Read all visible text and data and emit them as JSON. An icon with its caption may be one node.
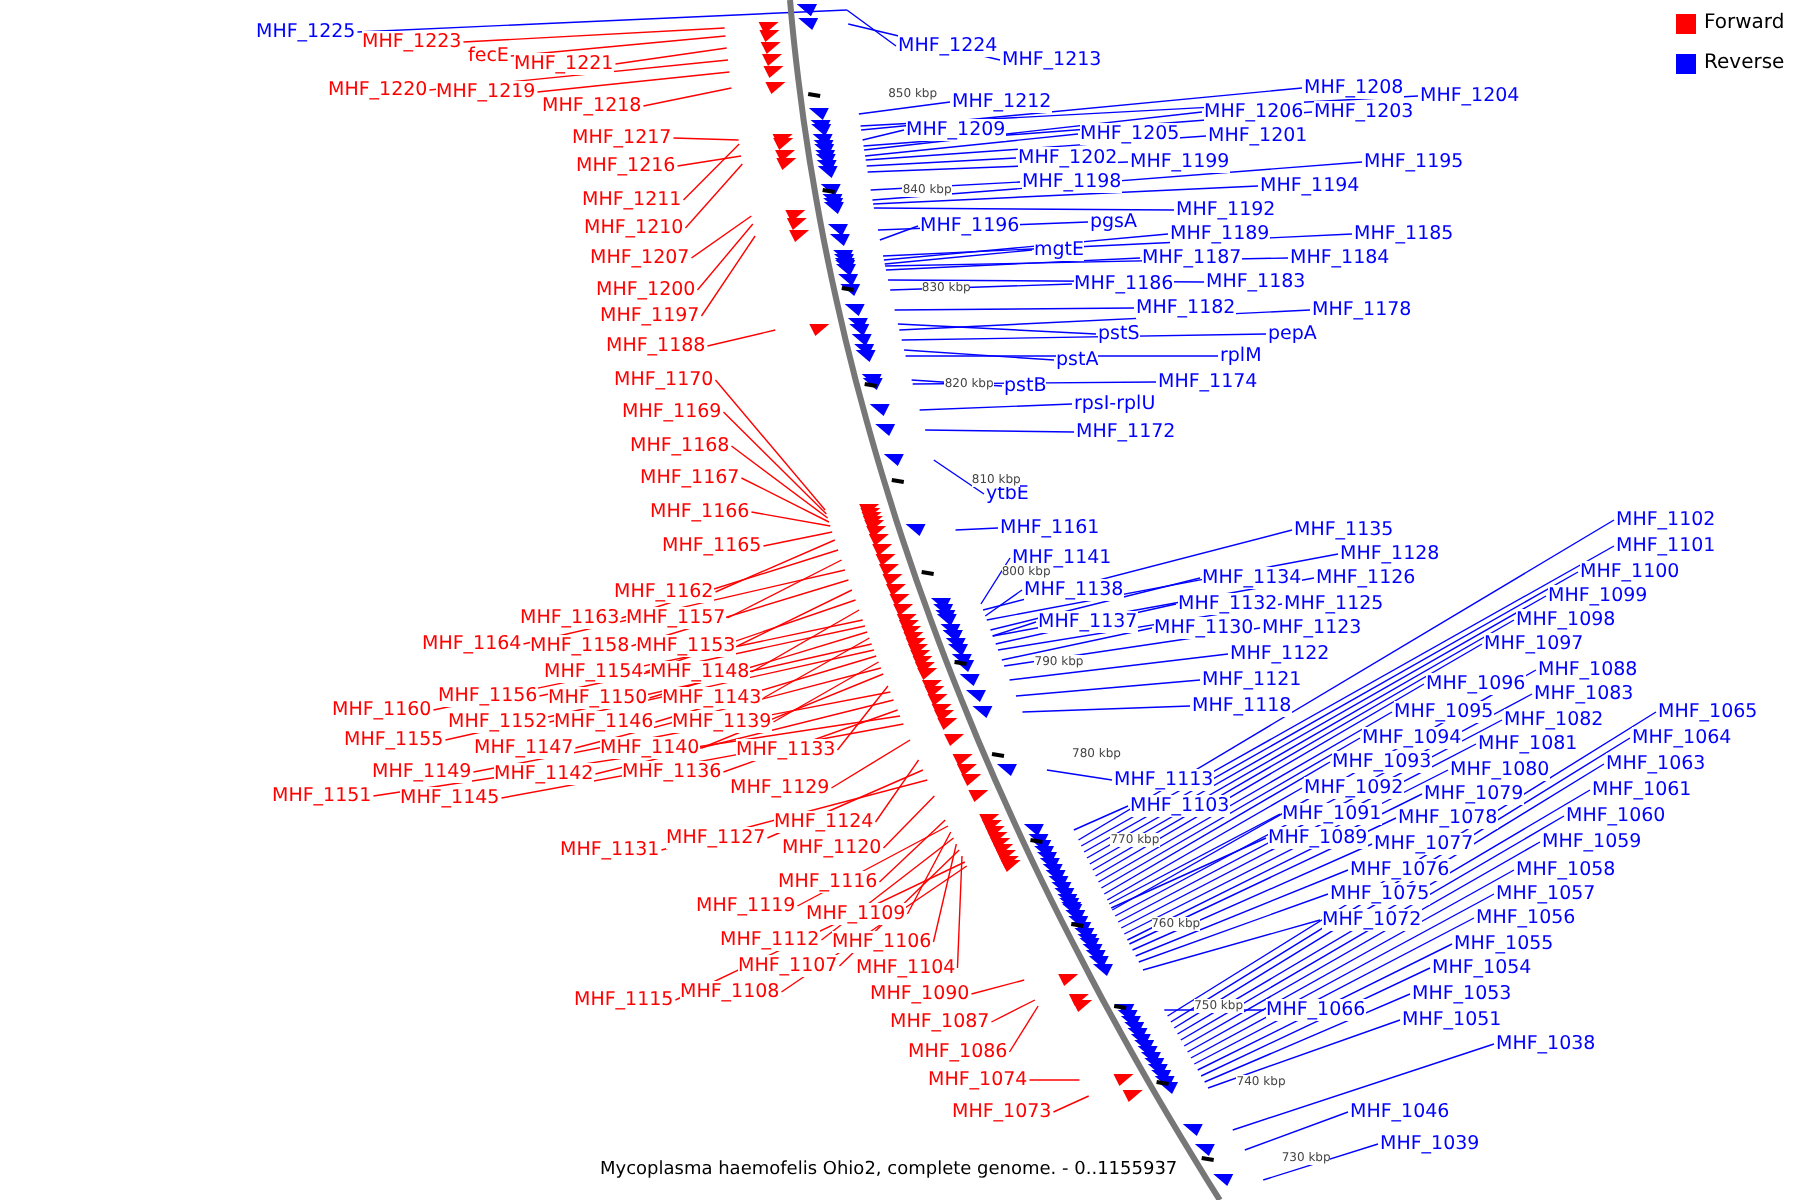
{
  "diagram": {
    "caption": "Mycoplasma haemofelis Ohio2, complete genome. - 0..1155937",
    "nodes": [
      {
        "text": [
          "MHF_1225"
        ]
      },
      {
        "text": [
          "MHF_1223"
        ]
      },
      {
        "text": [
          "fecE"
        ]
      },
      {
        "text": [
          "MHF_1221"
        ]
      },
      {
        "text": [
          "MHF_1220"
        ]
      },
      {
        "text": [
          "MHF_1219"
        ]
      },
      {
        "text": [
          "MHF_1218"
        ]
      },
      {
        "text": [
          "MHF_1217"
        ]
      },
      {
        "text": [
          "MHF_1216"
        ]
      },
      {
        "text": [
          "MHF_1211"
        ]
      },
      {
        "text": [
          "MHF_1210"
        ]
      },
      {
        "text": [
          "MHF_1207"
        ]
      },
      {
        "text": [
          "MHF_1200"
        ]
      },
      {
        "text": [
          "MHF_1197"
        ]
      },
      {
        "text": [
          "MHF_1188"
        ]
      },
      {
        "text": [
          "MHF_1170"
        ]
      },
      {
        "text": [
          "MHF_1169"
        ]
      },
      {
        "text": [
          "MHF_1168"
        ]
      },
      {
        "text": [
          "MHF_1167"
        ]
      },
      {
        "text": [
          "MHF_1166"
        ]
      },
      {
        "text": [
          "MHF_1165"
        ]
      },
      {
        "text": [
          "MHF_1162"
        ]
      },
      {
        "text": [
          "MHF_1163"
        ]
      },
      {
        "text": [
          "MHF_1157"
        ]
      },
      {
        "text": [
          "MHF_1164"
        ]
      },
      {
        "text": [
          "MHF_1158"
        ]
      },
      {
        "text": [
          "MHF_1153"
        ]
      },
      {
        "text": [
          "MHF_1154"
        ]
      },
      {
        "text": [
          "MHF_1148"
        ]
      },
      {
        "text": [
          "MHF_1160"
        ]
      },
      {
        "text": [
          "MHF_1156"
        ]
      },
      {
        "text": [
          "MHF_1150"
        ]
      },
      {
        "text": [
          "MHF_1143"
        ]
      },
      {
        "text": [
          "MHF_1155"
        ]
      },
      {
        "text": [
          "MHF_1152"
        ]
      },
      {
        "text": [
          "MHF_1146"
        ]
      },
      {
        "text": [
          "MHF_1139"
        ]
      },
      {
        "text": [
          "MHF_1147"
        ]
      },
      {
        "text": [
          "MHF_1140"
        ]
      },
      {
        "text": [
          "MHF_1133"
        ]
      },
      {
        "text": [
          "MHF_1149"
        ]
      },
      {
        "text": [
          "MHF_1142"
        ]
      },
      {
        "text": [
          "MHF_1136"
        ]
      },
      {
        "text": [
          "MHF_1151"
        ]
      },
      {
        "text": [
          "MHF_1145"
        ]
      },
      {
        "text": [
          "MHF_1129"
        ]
      },
      {
        "text": [
          "MHF_1124"
        ]
      },
      {
        "text": [
          "MHF_1127"
        ]
      },
      {
        "text": [
          "MHF_1131"
        ]
      },
      {
        "text": [
          "MHF_1120"
        ]
      },
      {
        "text": [
          "MHF_1116"
        ]
      },
      {
        "text": [
          "MHF_1119"
        ]
      },
      {
        "text": [
          "MHF_1109"
        ]
      },
      {
        "text": [
          "MHF_1112"
        ]
      },
      {
        "text": [
          "MHF_1106"
        ]
      },
      {
        "text": [
          "MHF_1107"
        ]
      },
      {
        "text": [
          "MHF_1104"
        ]
      },
      {
        "text": [
          "MHF_1115"
        ]
      },
      {
        "text": [
          "MHF_1108"
        ]
      },
      {
        "text": [
          "MHF_1090"
        ]
      },
      {
        "text": [
          "MHF_1087"
        ]
      },
      {
        "text": [
          "MHF_1086"
        ]
      },
      {
        "text": [
          "MHF_1074"
        ]
      },
      {
        "text": [
          "MHF_1073"
        ]
      },
      {
        "text": [
          "MHF_1224"
        ]
      },
      {
        "text": [
          "MHF_1213"
        ]
      },
      {
        "text": [
          "MHF_1208"
        ]
      },
      {
        "text": [
          "MHF_1204"
        ]
      },
      {
        "text": [
          "MHF_1212"
        ]
      },
      {
        "text": [
          "MHF_1206"
        ]
      },
      {
        "text": [
          "MHF_1203"
        ]
      },
      {
        "text": [
          "MHF_1209"
        ]
      },
      {
        "text": [
          "MHF_1205"
        ]
      },
      {
        "text": [
          "MHF_1201"
        ]
      },
      {
        "text": [
          "MHF_1202"
        ]
      },
      {
        "text": [
          "MHF_1199"
        ]
      },
      {
        "text": [
          "MHF_1195"
        ]
      },
      {
        "text": [
          "MHF_1198"
        ]
      },
      {
        "text": [
          "MHF_1194"
        ]
      },
      {
        "text": [
          "MHF_1192"
        ]
      },
      {
        "text": [
          "pgsA"
        ]
      },
      {
        "text": [
          "MHF_1196"
        ]
      },
      {
        "text": [
          "MHF_1189"
        ]
      },
      {
        "text": [
          "MHF_1185"
        ]
      },
      {
        "text": [
          "mgtE"
        ]
      },
      {
        "text": [
          "MHF_1187"
        ]
      },
      {
        "text": [
          "MHF_1184"
        ]
      },
      {
        "text": [
          "MHF_1183"
        ]
      },
      {
        "text": [
          "MHF_1186"
        ]
      },
      {
        "text": [
          "MHF_1182"
        ]
      },
      {
        "text": [
          "MHF_1178"
        ]
      },
      {
        "text": [
          "pstS"
        ]
      },
      {
        "text": [
          "pepA"
        ]
      },
      {
        "text": [
          "rplM"
        ]
      },
      {
        "text": [
          "pstA"
        ]
      },
      {
        "text": [
          "MHF_1174"
        ]
      },
      {
        "text": [
          "pstB"
        ]
      },
      {
        "text": [
          "rpsI-rplU"
        ]
      },
      {
        "text": [
          "MHF_1172"
        ]
      },
      {
        "text": [
          "ytbE"
        ]
      },
      {
        "text": [
          "MHF_1102"
        ]
      },
      {
        "text": [
          "MHF_1161"
        ]
      },
      {
        "text": [
          "MHF_1135"
        ]
      },
      {
        "text": [
          "MHF_1101"
        ]
      },
      {
        "text": [
          "MHF_1128"
        ]
      },
      {
        "text": [
          "MHF_1141"
        ]
      },
      {
        "text": [
          "MHF_1100"
        ]
      },
      {
        "text": [
          "MHF_1134"
        ]
      },
      {
        "text": [
          "MHF_1126"
        ]
      },
      {
        "text": [
          "MHF_1138"
        ]
      },
      {
        "text": [
          "MHF_1099"
        ]
      },
      {
        "text": [
          "MHF_1132"
        ]
      },
      {
        "text": [
          "MHF_1125"
        ]
      },
      {
        "text": [
          "MHF_1098"
        ]
      },
      {
        "text": [
          "MHF_1137"
        ]
      },
      {
        "text": [
          "MHF_1130"
        ]
      },
      {
        "text": [
          "MHF_1123"
        ]
      },
      {
        "text": [
          "MHF_1097"
        ]
      },
      {
        "text": [
          "MHF_1122"
        ]
      },
      {
        "text": [
          "MHF_1088"
        ]
      },
      {
        "text": [
          "MHF_1121"
        ]
      },
      {
        "text": [
          "MHF_1096"
        ]
      },
      {
        "text": [
          "MHF_1083"
        ]
      },
      {
        "text": [
          "MHF_1118"
        ]
      },
      {
        "text": [
          "MHF_1095"
        ]
      },
      {
        "text": [
          "MHF_1065"
        ]
      },
      {
        "text": [
          "MHF_1082"
        ]
      },
      {
        "text": [
          "MHF_1094"
        ]
      },
      {
        "text": [
          "MHF_1064"
        ]
      },
      {
        "text": [
          "MHF_1081"
        ]
      },
      {
        "text": [
          "MHF_1093"
        ]
      },
      {
        "text": [
          "MHF_1063"
        ]
      },
      {
        "text": [
          "MHF_1080"
        ]
      },
      {
        "text": [
          "MHF_1113"
        ]
      },
      {
        "text": [
          "MHF_1092"
        ]
      },
      {
        "text": [
          "MHF_1061"
        ]
      },
      {
        "text": [
          "MHF_1079"
        ]
      },
      {
        "text": [
          "MHF_1103"
        ]
      },
      {
        "text": [
          "MHF_1091"
        ]
      },
      {
        "text": [
          "MHF_1060"
        ]
      },
      {
        "text": [
          "MHF_1078"
        ]
      },
      {
        "text": [
          "MHF_1089"
        ]
      },
      {
        "text": [
          "MHF_1059"
        ]
      },
      {
        "text": [
          "MHF_1077"
        ]
      },
      {
        "text": [
          "MHF_1058"
        ]
      },
      {
        "text": [
          "MHF_1076"
        ]
      },
      {
        "text": [
          "MHF_1075"
        ]
      },
      {
        "text": [
          "MHF_1057"
        ]
      },
      {
        "text": [
          "MHF_1056"
        ]
      },
      {
        "text": [
          "MHF_1072"
        ]
      },
      {
        "text": [
          "MHF_1055"
        ]
      },
      {
        "text": [
          "MHF_1054"
        ]
      },
      {
        "text": [
          "MHF_1053"
        ]
      },
      {
        "text": [
          "MHF_1066"
        ]
      },
      {
        "text": [
          "MHF_1051"
        ]
      },
      {
        "text": [
          "MHF_1038"
        ]
      },
      {
        "text": [
          "MHF_1046"
        ]
      },
      {
        "text": [
          "MHF_1039"
        ]
      }
    ],
    "edges": [
      {
        "from": 0,
        "to": null,
        "arrow": "none"
      },
      {
        "from": 1,
        "to": null,
        "arrow": "none",
        "color": "#ff0000"
      },
      {
        "from": 2,
        "to": null,
        "arrow": "none",
        "color": "#ff0000"
      },
      {
        "from": 3,
        "to": null,
        "arrow": "none",
        "color": "#ff0000"
      },
      {
        "from": 4,
        "to": null,
        "arrow": "none",
        "color": "#ff0000"
      },
      {
        "from": 5,
        "to": null,
        "arrow": "none",
        "color": "#ff0000"
      },
      {
        "from": 6,
        "to": null,
        "arrow": "none",
        "color": "#ff0000"
      },
      {
        "from": 7,
        "to": null,
        "arrow": "none",
        "color": "#ff0000"
      },
      {
        "from": 8,
        "to": null,
        "arrow": "none",
        "color": "#ff0000"
      },
      {
        "from": 9,
        "to": null,
        "arrow": "none",
        "color": "#ff0000"
      },
      {
        "from": 10,
        "to": null,
        "arrow": "none",
        "color": "#ff0000"
      },
      {
        "from": 11,
        "to": null,
        "arrow": "none",
        "color": "#ff0000"
      },
      {
        "from": 12,
        "to": null,
        "arrow": "none",
        "color": "#ff0000"
      },
      {
        "from": 13,
        "to": null,
        "arrow": "none",
        "color": "#ff0000"
      },
      {
        "from": 14,
        "to": null,
        "arrow": "none",
        "color": "#ff0000"
      },
      {
        "from": 15,
        "to": null,
        "arrow": "none",
        "color": "#ff0000"
      },
      {
        "from": 16,
        "to": null,
        "arrow": "none",
        "color": "#ff0000"
      },
      {
        "from": 17,
        "to": null,
        "arrow": "none",
        "color": "#ff0000"
      },
      {
        "from": 18,
        "to": null,
        "arrow": "none",
        "color": "#ff0000"
      },
      {
        "from": 19,
        "to": null,
        "arrow": "none",
        "color": "#ff0000"
      },
      {
        "from": 20,
        "to": null,
        "arrow": "none",
        "color": "#ff0000"
      },
      {
        "from": 21,
        "to": null,
        "arrow": "none",
        "color": "#ff0000"
      },
      {
        "from": 22,
        "to": null,
        "arrow": "none",
        "color": "#ff0000"
      },
      {
        "from": 23,
        "to": null,
        "arrow": "none",
        "color": "#ff0000"
      },
      {
        "from": 24,
        "to": null,
        "arrow": "none",
        "color": "#ff0000"
      },
      {
        "from": 25,
        "to": null,
        "arrow": "none",
        "color": "#ff0000"
      },
      {
        "from": 26,
        "to": null,
        "arrow": "none",
        "color": "#ff0000"
      },
      {
        "from": 27,
        "to": null,
        "arrow": "none",
        "color": "#ff0000"
      },
      {
        "from": 28,
        "to": null,
        "arrow": "none",
        "color": "#ff0000"
      },
      {
        "from": 29,
        "to": null,
        "arrow": "none",
        "color": "#ff0000"
      },
      {
        "from": 30,
        "to": null,
        "arrow": "none",
        "color": "#ff0000"
      },
      {
        "from": 31,
        "to": null,
        "arrow": "none",
        "color": "#ff0000"
      },
      {
        "from": 32,
        "to": null,
        "arrow": "none",
        "color": "#ff0000"
      },
      {
        "from": 33,
        "to": null,
        "arrow": "none",
        "color": "#ff0000"
      },
      {
        "from": 34,
        "to": null,
        "arrow": "none",
        "color": "#ff0000"
      },
      {
        "from": 35,
        "to": null,
        "arrow": "none",
        "color": "#ff0000"
      },
      {
        "from": 36,
        "to": null,
        "arrow": "none",
        "color": "#ff0000"
      },
      {
        "from": 37,
        "to": null,
        "arrow": "none",
        "color": "#ff0000"
      },
      {
        "from": 38,
        "to": null,
        "arrow": "none",
        "color": "#ff0000"
      },
      {
        "from": 39,
        "to": null,
        "arrow": "none",
        "color": "#ff0000"
      },
      {
        "from": 40,
        "to": null,
        "arrow": "none",
        "color": "#ff0000"
      },
      {
        "from": 41,
        "to": null,
        "arrow": "none",
        "color": "#ff0000"
      },
      {
        "from": 42,
        "to": null,
        "arrow": "none",
        "color": "#ff0000"
      },
      {
        "from": 43,
        "to": null,
        "arrow": "none",
        "color": "#ff0000"
      },
      {
        "from": 44,
        "to": null,
        "arrow": "none",
        "color": "#ff0000"
      },
      {
        "from": 45,
        "to": null,
        "arrow": "none",
        "color": "#ff0000"
      },
      {
        "from": 46,
        "to": null,
        "arrow": "none",
        "color": "#ff0000"
      },
      {
        "from": 47,
        "to": null,
        "arrow": "none",
        "color": "#ff0000"
      },
      {
        "from": 48,
        "to": null,
        "arrow": "none",
        "color": "#ff0000"
      },
      {
        "from": 49,
        "to": null,
        "arrow": "none",
        "color": "#ff0000"
      },
      {
        "from": 50,
        "to": null,
        "arrow": "none",
        "color": "#ff0000"
      },
      {
        "from": 51,
        "to": null,
        "arrow": "none",
        "color": "#ff0000"
      },
      {
        "from": 52,
        "to": null,
        "arrow": "none",
        "color": "#ff0000"
      },
      {
        "from": 53,
        "to": null,
        "arrow": "none",
        "color": "#ff0000"
      },
      {
        "from": 54,
        "to": null,
        "arrow": "none",
        "color": "#ff0000"
      },
      {
        "from": 55,
        "to": null,
        "arrow": "none",
        "color": "#ff0000"
      },
      {
        "from": 56,
        "to": null,
        "arrow": "none",
        "color": "#ff0000"
      },
      {
        "from": 57,
        "to": null,
        "arrow": "none",
        "color": "#ff0000"
      },
      {
        "from": 58,
        "to": null,
        "arrow": "none",
        "color": "#ff0000"
      },
      {
        "from": 59,
        "to": null,
        "arrow": "none",
        "color": "#ff0000"
      },
      {
        "from": 60,
        "to": null,
        "arrow": "none",
        "color": "#ff0000"
      },
      {
        "from": 61,
        "to": null,
        "arrow": "none",
        "color": "#ff0000"
      },
      {
        "from": 62,
        "to": null,
        "arrow": "none",
        "color": "#ff0000"
      },
      {
        "from": 63,
        "to": null,
        "arrow": "none",
        "color": "#ff0000"
      },
      {
        "from": 64,
        "to": null,
        "arrow": "none"
      },
      {
        "from": 65,
        "to": null,
        "arrow": "none"
      },
      {
        "from": 66,
        "to": null,
        "arrow": "none"
      },
      {
        "from": 67,
        "to": null,
        "arrow": "none"
      },
      {
        "from": 68,
        "to": null,
        "arrow": "none"
      },
      {
        "from": 69,
        "to": null,
        "arrow": "none"
      },
      {
        "from": 70,
        "to": null,
        "arrow": "none"
      },
      {
        "from": 71,
        "to": null,
        "arrow": "none"
      },
      {
        "from": 72,
        "to": null,
        "arrow": "none"
      },
      {
        "from": 73,
        "to": null,
        "arrow": "none"
      },
      {
        "from": 74,
        "to": null,
        "arrow": "none"
      },
      {
        "from": 75,
        "to": null,
        "arrow": "none"
      },
      {
        "from": 76,
        "to": null,
        "arrow": "none"
      },
      {
        "from": 77,
        "to": null,
        "arrow": "none"
      },
      {
        "from": 78,
        "to": null,
        "arrow": "none"
      },
      {
        "from": 79,
        "to": null,
        "arrow": "none"
      },
      {
        "from": 80,
        "to": null,
        "arrow": "none"
      },
      {
        "from": 81,
        "to": null,
        "arrow": "none"
      },
      {
        "from": 82,
        "to": null,
        "arrow": "none"
      },
      {
        "from": 83,
        "to": null,
        "arrow": "none"
      },
      {
        "from": 84,
        "to": null,
        "arrow": "none"
      },
      {
        "from": 85,
        "to": null,
        "arrow": "none"
      },
      {
        "from": 86,
        "to": null,
        "arrow": "none"
      },
      {
        "from": 87,
        "to": null,
        "arrow": "none"
      },
      {
        "from": 88,
        "to": null,
        "arrow": "none"
      },
      {
        "from": 89,
        "to": null,
        "arrow": "none"
      },
      {
        "from": 90,
        "to": null,
        "arrow": "none"
      },
      {
        "from": 91,
        "to": null,
        "arrow": "none"
      },
      {
        "from": 92,
        "to": null,
        "arrow": "none"
      },
      {
        "from": 93,
        "to": null,
        "arrow": "none"
      },
      {
        "from": 94,
        "to": null,
        "arrow": "none"
      },
      {
        "from": 95,
        "to": null,
        "arrow": "none"
      },
      {
        "from": 96,
        "to": null,
        "arrow": "none"
      },
      {
        "from": 97,
        "to": null,
        "arrow": "none"
      },
      {
        "from": 98,
        "to": null,
        "arrow": "none"
      },
      {
        "from": 99,
        "to": null,
        "arrow": "none"
      },
      {
        "from": 100,
        "to": null,
        "arrow": "none"
      },
      {
        "from": 101,
        "to": null,
        "arrow": "none"
      },
      {
        "from": 102,
        "to": null,
        "arrow": "none"
      },
      {
        "from": 103,
        "to": null,
        "arrow": "none"
      },
      {
        "from": 104,
        "to": null,
        "arrow": "none"
      },
      {
        "from": 105,
        "to": null,
        "arrow": "none"
      },
      {
        "from": 106,
        "to": null,
        "arrow": "none"
      },
      {
        "from": 107,
        "to": null,
        "arrow": "none"
      },
      {
        "from": 108,
        "to": null,
        "arrow": "none"
      },
      {
        "from": 109,
        "to": null,
        "arrow": "none"
      },
      {
        "from": 110,
        "to": null,
        "arrow": "none"
      },
      {
        "from": 111,
        "to": null,
        "arrow": "none"
      },
      {
        "from": 112,
        "to": null,
        "arrow": "none"
      },
      {
        "from": 113,
        "to": null,
        "arrow": "none"
      },
      {
        "from": 114,
        "to": null,
        "arrow": "none"
      },
      {
        "from": 115,
        "to": null,
        "arrow": "none"
      },
      {
        "from": 116,
        "to": null,
        "arrow": "none"
      },
      {
        "from": 117,
        "to": null,
        "arrow": "none"
      },
      {
        "from": 118,
        "to": null,
        "arrow": "none"
      },
      {
        "from": 119,
        "to": null,
        "arrow": "none"
      },
      {
        "from": 120,
        "to": null,
        "arrow": "none"
      },
      {
        "from": 121,
        "to": null,
        "arrow": "none"
      },
      {
        "from": 122,
        "to": null,
        "arrow": "none"
      },
      {
        "from": 123,
        "to": null,
        "arrow": "none"
      },
      {
        "from": 124,
        "to": null,
        "arrow": "none"
      },
      {
        "from": 125,
        "to": null,
        "arrow": "none"
      },
      {
        "from": 126,
        "to": null,
        "arrow": "none"
      },
      {
        "from": 127,
        "to": null,
        "arrow": "none"
      },
      {
        "from": 128,
        "to": null,
        "arrow": "none"
      },
      {
        "from": 129,
        "to": null,
        "arrow": "none"
      },
      {
        "from": 130,
        "to": null,
        "arrow": "none"
      },
      {
        "from": 131,
        "to": null,
        "arrow": "none"
      },
      {
        "from": 132,
        "to": null,
        "arrow": "none"
      },
      {
        "from": 133,
        "to": null,
        "arrow": "none"
      },
      {
        "from": 134,
        "to": null,
        "arrow": "none"
      },
      {
        "from": 135,
        "to": null,
        "arrow": "none"
      },
      {
        "from": 136,
        "to": null,
        "arrow": "none"
      },
      {
        "from": 137,
        "to": null,
        "arrow": "none"
      },
      {
        "from": 138,
        "to": null,
        "arrow": "none"
      },
      {
        "from": 139,
        "to": null,
        "arrow": "none"
      },
      {
        "from": 140,
        "to": null,
        "arrow": "none"
      },
      {
        "from": 141,
        "to": null,
        "arrow": "none"
      },
      {
        "from": 142,
        "to": null,
        "arrow": "none"
      },
      {
        "from": 143,
        "to": null,
        "arrow": "none"
      },
      {
        "from": 144,
        "to": null,
        "arrow": "none"
      },
      {
        "from": 145,
        "to": null,
        "arrow": "none"
      },
      {
        "from": 146,
        "to": null,
        "arrow": "none"
      },
      {
        "from": 147,
        "to": null,
        "arrow": "none"
      },
      {
        "from": 148,
        "to": null,
        "arrow": "none"
      },
      {
        "from": 149,
        "to": null,
        "arrow": "none"
      },
      {
        "from": 150,
        "to": null,
        "arrow": "none"
      },
      {
        "from": 151,
        "to": null,
        "arrow": "none"
      },
      {
        "from": 152,
        "to": null,
        "arrow": "none"
      },
      {
        "from": 153,
        "to": null,
        "arrow": "none"
      },
      {
        "from": 154,
        "to": null,
        "arrow": "none"
      },
      {
        "from": 155,
        "to": null,
        "arrow": "none"
      },
      {
        "from": 156,
        "to": null,
        "arrow": "none"
      },
      {
        "from": 157,
        "to": null,
        "arrow": "none"
      }
    ],
    "labels": [
      "850 kbp",
      "840 kbp",
      "830 kbp",
      "820 kbp",
      "810 kbp",
      "800 kbp",
      "790 kbp",
      "780 kbp",
      "770 kbp",
      "760 kbp",
      "750 kbp",
      "740 kbp",
      "730 kbp"
    ],
    "legend": [
      {
        "text": "Forward",
        "color": "#ff0000"
      },
      {
        "text": "Reverse",
        "color": "#0000ff"
      }
    ]
  }
}
